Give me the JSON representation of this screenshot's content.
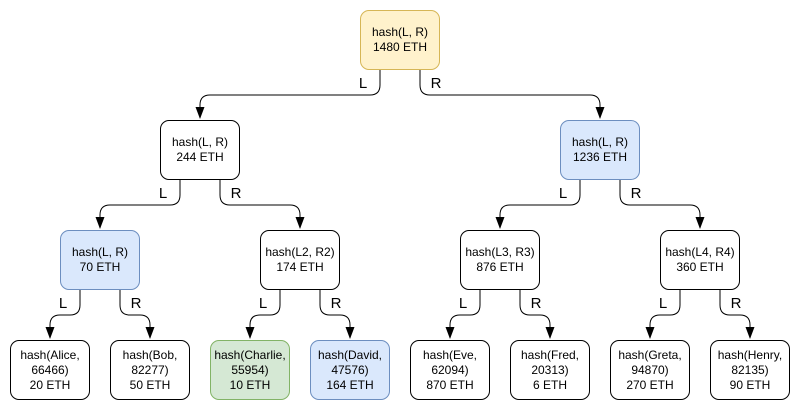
{
  "diagram": {
    "type": "merkle-tree",
    "colors": {
      "yellow_fill": "#FFF2CC",
      "yellow_stroke": "#D6B656",
      "blue_fill": "#DAE8FC",
      "blue_stroke": "#6C8EBF",
      "green_fill": "#D5E8D4",
      "green_stroke": "#82B366",
      "white_fill": "#FFFFFF",
      "node_stroke": "#000000",
      "edge_color": "#000000"
    },
    "edge_labels": {
      "left": "L",
      "right": "R"
    },
    "nodes": {
      "root": {
        "hash": "hash(L, R)",
        "amount": "1480 ETH",
        "fill": "yellow"
      },
      "n244": {
        "hash": "hash(L, R)",
        "amount": "244 ETH",
        "fill": "white"
      },
      "n1236": {
        "hash": "hash(L, R)",
        "amount": "1236 ETH",
        "fill": "blue"
      },
      "n70": {
        "hash": "hash(L, R)",
        "amount": "70 ETH",
        "fill": "blue"
      },
      "n174": {
        "hash": "hash(L2, R2)",
        "amount": "174 ETH",
        "fill": "white"
      },
      "n876": {
        "hash": "hash(L3, R3)",
        "amount": "876 ETH",
        "fill": "white"
      },
      "n360": {
        "hash": "hash(L4, R4)",
        "amount": "360 ETH",
        "fill": "white"
      },
      "alice": {
        "hash": "hash(Alice, 66466)",
        "amount": "20 ETH",
        "fill": "white"
      },
      "bob": {
        "hash": "hash(Bob, 82277)",
        "amount": "50 ETH",
        "fill": "white"
      },
      "charlie": {
        "hash": "hash(Charlie, 55954)",
        "amount": "10 ETH",
        "fill": "green"
      },
      "david": {
        "hash": "hash(David, 47576)",
        "amount": "164 ETH",
        "fill": "blue"
      },
      "eve": {
        "hash": "hash(Eve, 62094)",
        "amount": "870 ETH",
        "fill": "white"
      },
      "fred": {
        "hash": "hash(Fred, 20313)",
        "amount": "6 ETH",
        "fill": "white"
      },
      "greta": {
        "hash": "hash(Greta, 94870)",
        "amount": "270 ETH",
        "fill": "white"
      },
      "henry": {
        "hash": "hash(Henry, 82135)",
        "amount": "90 ETH",
        "fill": "white"
      }
    },
    "edges": [
      {
        "from": "root",
        "to": "n244",
        "label": "L"
      },
      {
        "from": "root",
        "to": "n1236",
        "label": "R"
      },
      {
        "from": "n244",
        "to": "n70",
        "label": "L"
      },
      {
        "from": "n244",
        "to": "n174",
        "label": "R"
      },
      {
        "from": "n1236",
        "to": "n876",
        "label": "L"
      },
      {
        "from": "n1236",
        "to": "n360",
        "label": "R"
      },
      {
        "from": "n70",
        "to": "alice",
        "label": "L"
      },
      {
        "from": "n70",
        "to": "bob",
        "label": "R"
      },
      {
        "from": "n174",
        "to": "charlie",
        "label": "L"
      },
      {
        "from": "n174",
        "to": "david",
        "label": "R"
      },
      {
        "from": "n876",
        "to": "eve",
        "label": "L"
      },
      {
        "from": "n876",
        "to": "fred",
        "label": "R"
      },
      {
        "from": "n360",
        "to": "greta",
        "label": "L"
      },
      {
        "from": "n360",
        "to": "henry",
        "label": "R"
      }
    ]
  }
}
